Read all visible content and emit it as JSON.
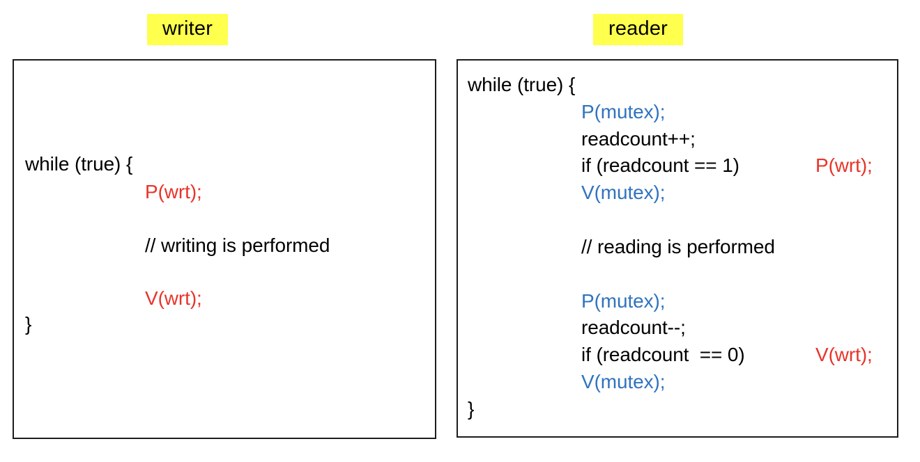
{
  "colors": {
    "highlight": "#ffff4d",
    "text": "#000000",
    "accent_red": "#e8342a",
    "accent_blue": "#3073be",
    "border": "#1c1c1c",
    "background": "#ffffff"
  },
  "writer": {
    "caption": "writer",
    "lines": {
      "l1": "while (true) {",
      "l2": "P(wrt);",
      "l3": "// writing is performed",
      "l4": "V(wrt);",
      "l5": "}"
    }
  },
  "reader": {
    "caption": "reader",
    "lines": {
      "l1": "while (true) {",
      "l2": "P(mutex);",
      "l3": "readcount++;",
      "l4": "if (readcount == 1)",
      "l4b": "P(wrt);",
      "l5": "V(mutex);",
      "l6": "// reading is performed",
      "l7": "P(mutex);",
      "l8": "readcount--;",
      "l9": "if (readcount  == 0)",
      "l9b": "V(wrt);",
      "l10": "V(mutex);",
      "l11": "}"
    }
  }
}
